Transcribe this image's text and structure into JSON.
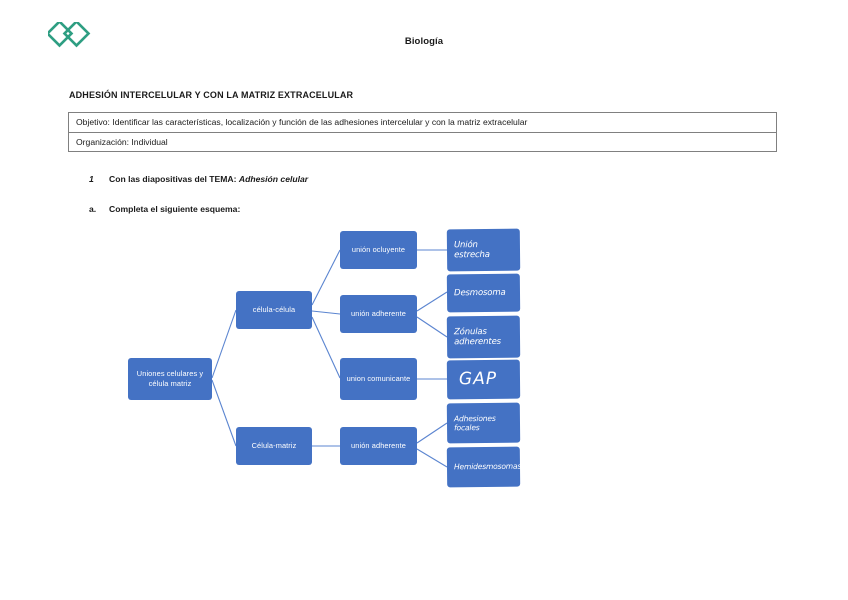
{
  "header": {
    "logo_name": "institution-logo",
    "logo_color": "#2E9E82",
    "subject": "Biología"
  },
  "document": {
    "title": "ADHESIÓN INTERCELULAR Y CON LA MATRIZ EXTRACELULAR",
    "objective_row": "Objetivo: Identificar las características, localización y función de las adhesiones intercelular y con la matriz extracelular",
    "organization_row": "Organización: Individual"
  },
  "activities": {
    "item_1_number": "1",
    "item_1_text": "Con las diapositivas del TEMA: ",
    "item_1_emphasis": "Adhesión celular",
    "item_a_letter": "a.",
    "item_a_text": "Completa el siguiente esquema:"
  },
  "diagram": {
    "accent_color": "#4472C4",
    "connector_color": "#5B85D0",
    "root": "Uniones celulares y célula matriz",
    "branch_cell_cell": "célula-célula",
    "branch_cell_matrix": "Célula-matriz",
    "junction_occluding": "unión ocluyente",
    "junction_adherent_top": "unión adherente",
    "junction_communicating": "union comunicante",
    "junction_adherent_bottom": "unión adherente",
    "answer_tight": "Unión estrecha",
    "answer_desmosome": "Desmosoma",
    "answer_zonula": "Zónulas adherentes",
    "answer_gap": "GAP",
    "answer_focal": "Adhesiones focales",
    "answer_hemidesmosome": "Hemidesmosomas"
  }
}
